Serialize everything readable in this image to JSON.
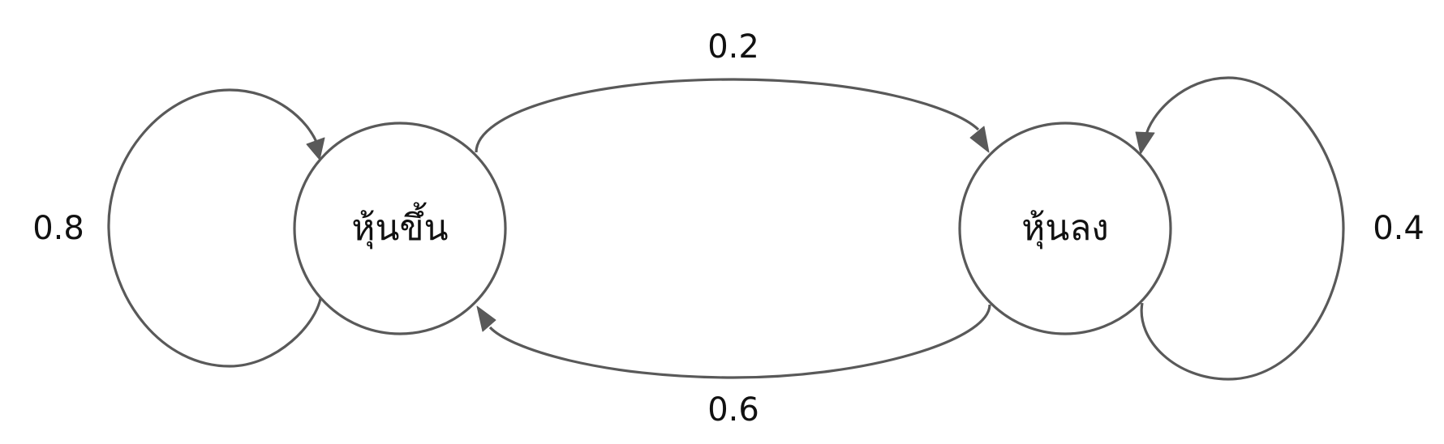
{
  "diagram": {
    "type": "markov-chain",
    "line_color": "#595959",
    "text_color": "#111111",
    "states": [
      {
        "id": "up",
        "label": "หุ้นขึ้น"
      },
      {
        "id": "down",
        "label": "หุ้นลง"
      }
    ],
    "transitions": [
      {
        "id": "up-to-up",
        "from": "up",
        "to": "up",
        "label": "0.8"
      },
      {
        "id": "up-to-down",
        "from": "up",
        "to": "down",
        "label": "0.2"
      },
      {
        "id": "down-to-up",
        "from": "down",
        "to": "up",
        "label": "0.6"
      },
      {
        "id": "down-to-down",
        "from": "down",
        "to": "down",
        "label": "0.4"
      }
    ]
  }
}
